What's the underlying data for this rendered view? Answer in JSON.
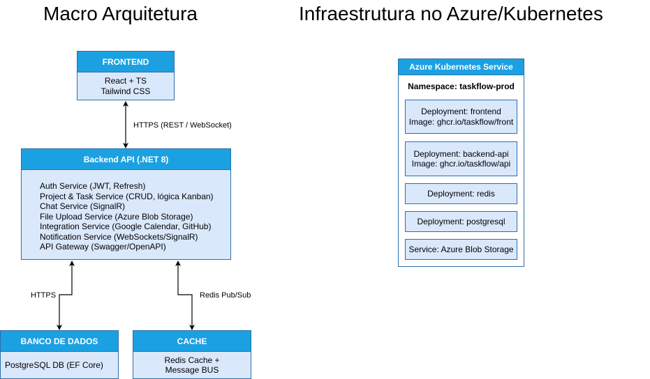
{
  "titles": {
    "left": "Macro Arquitetura",
    "right": "Infraestrutura no Azure/Kubernetes"
  },
  "frontend": {
    "header": "FRONTEND",
    "lines": [
      "React + TS",
      "Tailwind CSS"
    ]
  },
  "backend": {
    "header": "Backend API (.NET 8)",
    "lines": [
      "Auth Service (JWT, Refresh)",
      "Project & Task Service (CRUD, lógica Kanban)",
      "Chat Service (SignalR)",
      "File Upload Service (Azure Blob Storage)",
      "Integration Service (Google Calendar, GitHub)",
      "Notification Service (WebSockets/SignalR)",
      "API Gateway (Swagger/OpenAPI)"
    ]
  },
  "database": {
    "header": "BANCO DE DADOS",
    "lines": [
      "PostgreSQL DB (EF Core)"
    ]
  },
  "cache": {
    "header": "CACHE",
    "lines": [
      "Redis Cache +",
      "Message BUS"
    ]
  },
  "edges": {
    "frontend_backend": "HTTPS (REST / WebSocket)",
    "backend_database": "HTTPS",
    "backend_cache": "Redis Pub/Sub"
  },
  "aks": {
    "header": "Azure Kubernetes Service",
    "namespace": "Namespace: taskflow-prod",
    "items": [
      {
        "lines": [
          "Deployment: frontend",
          "Image: ghcr.io/taskflow/front"
        ]
      },
      {
        "lines": [
          "Deployment: backend-api",
          "Image: ghcr.io/taskflow/api"
        ]
      },
      {
        "lines": [
          "Deployment: redis"
        ]
      },
      {
        "lines": [
          "Deployment: postgresql"
        ]
      },
      {
        "lines": [
          "Service: Azure Blob Storage"
        ]
      }
    ]
  },
  "colors": {
    "header_fill": "#1ba1e2",
    "box_fill": "#dae8fc",
    "box_stroke": "#2a6fa8"
  }
}
